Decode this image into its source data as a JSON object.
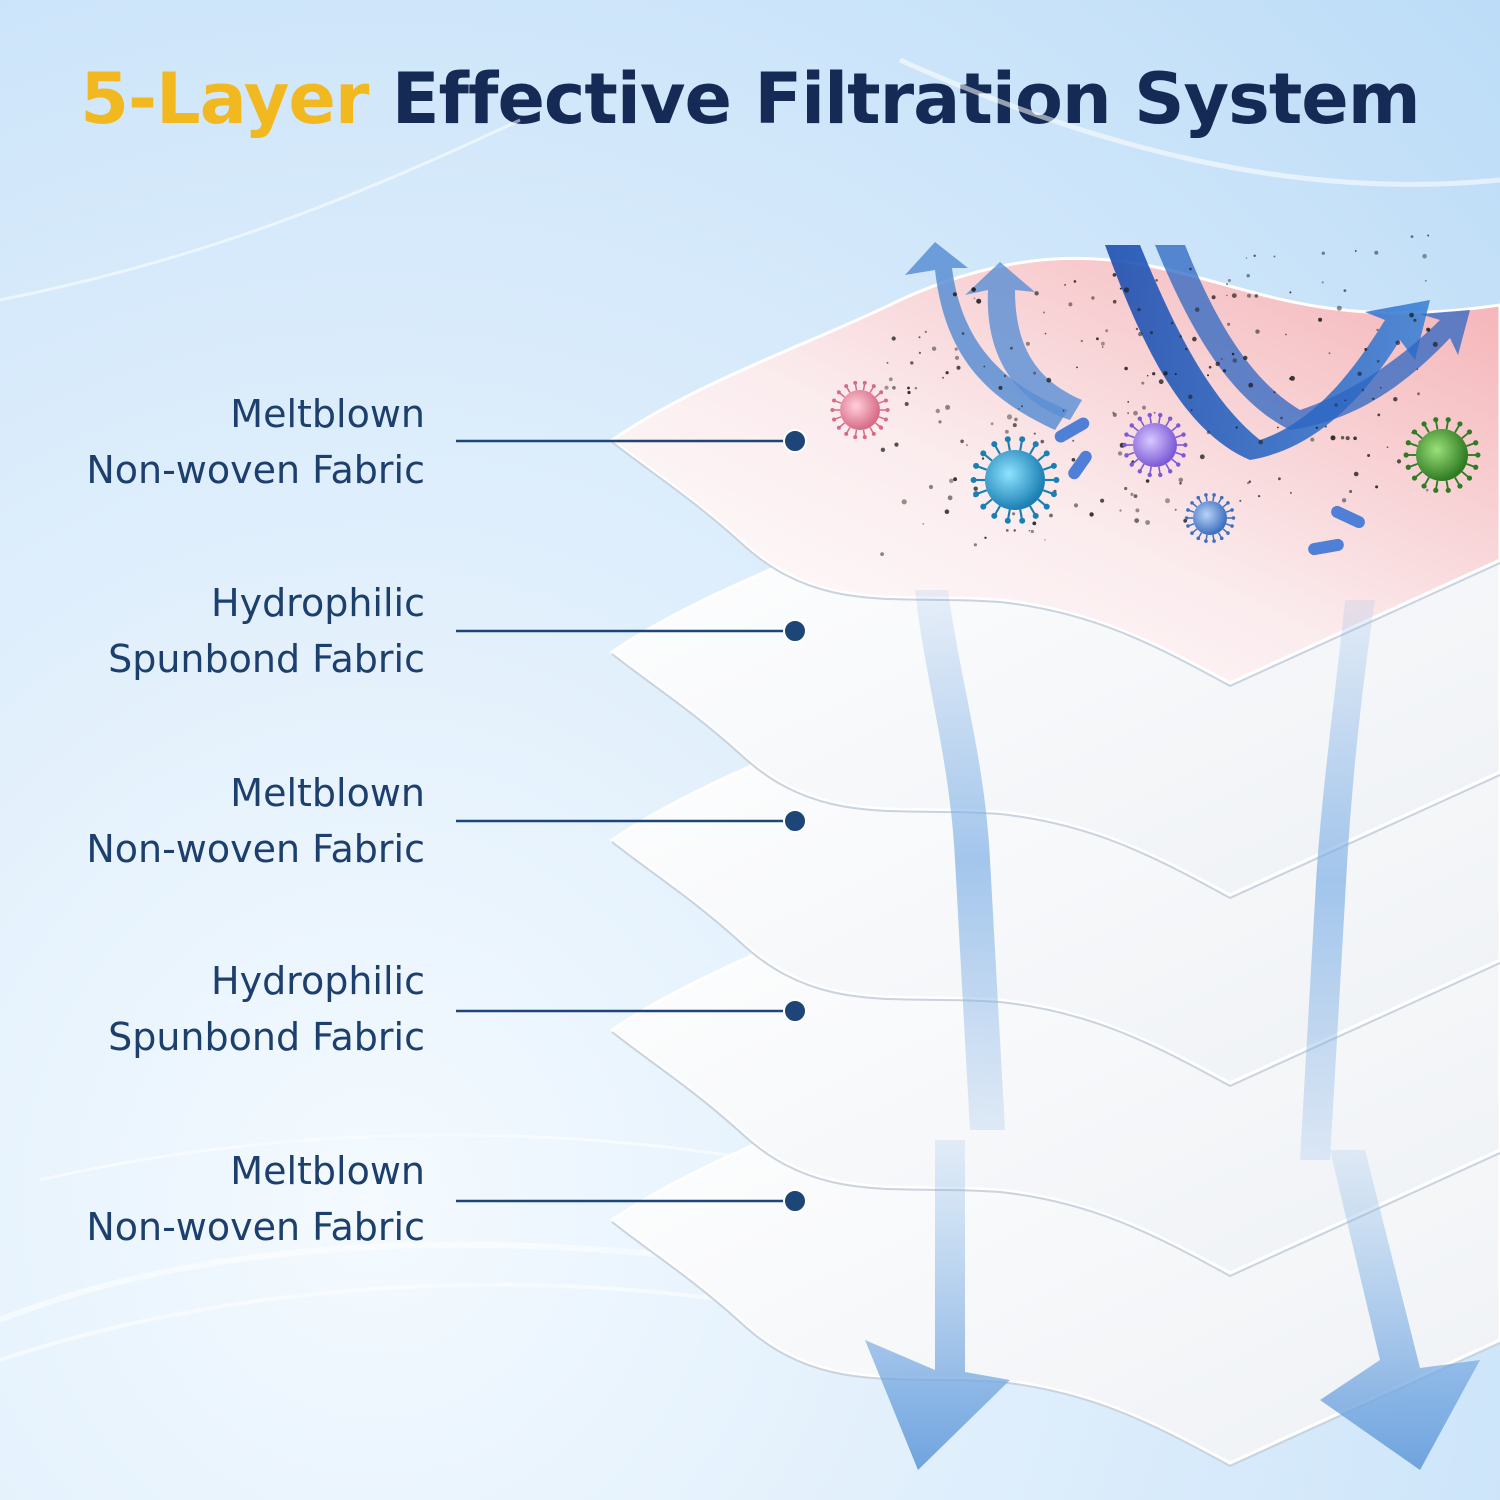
{
  "title": {
    "accent": "5-Layer",
    "main": "Effective Filtration System"
  },
  "colors": {
    "title_accent": "#f2b81f",
    "title_main": "#162a56",
    "label_text": "#1c3f6e",
    "leader_line": "#1e4578",
    "arrow_blue": "#2f6cc6",
    "arrow_light": "#7fb0e6"
  },
  "layers": [
    {
      "line1": "Meltblown",
      "line2": "Non-woven Fabric"
    },
    {
      "line1": "Hydrophilic",
      "line2": "Spunbond Fabric"
    },
    {
      "line1": "Meltblown",
      "line2": "Non-woven Fabric"
    },
    {
      "line1": "Hydrophilic",
      "line2": "Spunbond Fabric"
    },
    {
      "line1": "Meltblown",
      "line2": "Non-woven Fabric"
    }
  ],
  "icons": [
    "virus-icon",
    "bacteria-icon",
    "dust-particles",
    "airflow-arrow-icon"
  ]
}
